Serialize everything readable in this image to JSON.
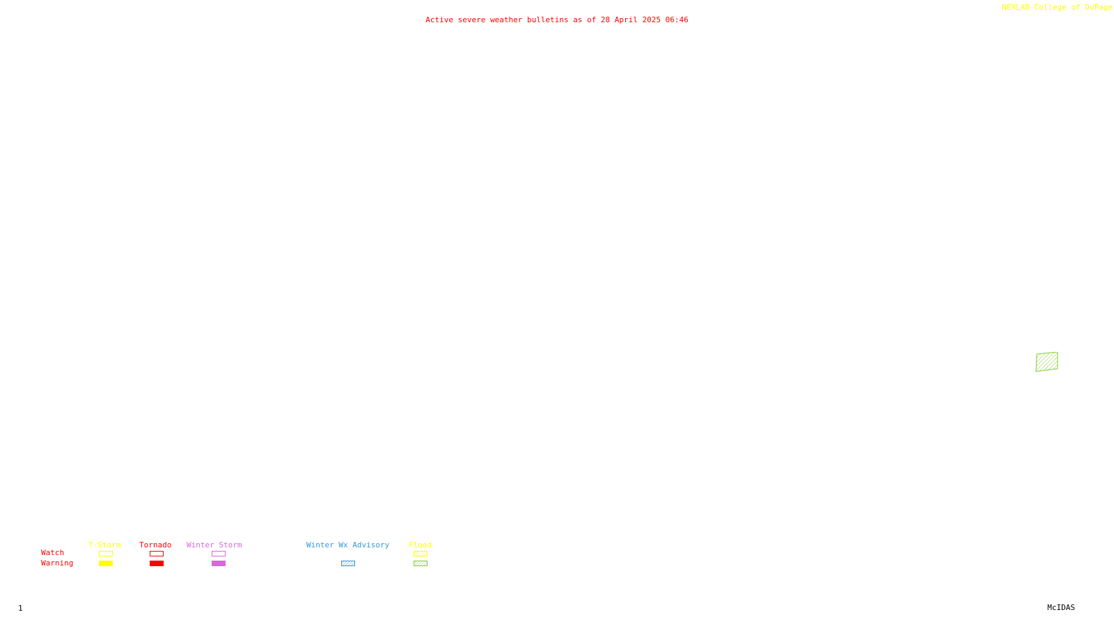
{
  "credit": "NEXLAB-College of DuPage",
  "title": "Active severe weather bulletins as of 28 April 2025 06:46",
  "frame_number": "1",
  "brand": "McIDAS",
  "legend": {
    "row_labels": {
      "watch": "Watch",
      "warning": "Warning"
    },
    "categories": [
      {
        "name": "T-Storm",
        "color": "#ffff00",
        "watch": "outline",
        "warning": "filled"
      },
      {
        "name": "Tornado",
        "color": "#ff0000",
        "watch": "outline",
        "warning": "filled"
      },
      {
        "name": "Winter Storm",
        "color": "#dd66dd",
        "watch": "outline",
        "warning": "filled"
      },
      {
        "name": "Winter Wx Advisory",
        "color": "#3399dd",
        "watch": "",
        "warning": "hatched"
      },
      {
        "name": "Flood",
        "color": "#ffff00",
        "warning_color": "#88cc33",
        "watch": "hatched",
        "warning": "hatched"
      }
    ]
  },
  "bulletins": [
    {
      "type": "Flood",
      "level": "Warning",
      "style": "hatched",
      "color": "#88cc33"
    }
  ]
}
